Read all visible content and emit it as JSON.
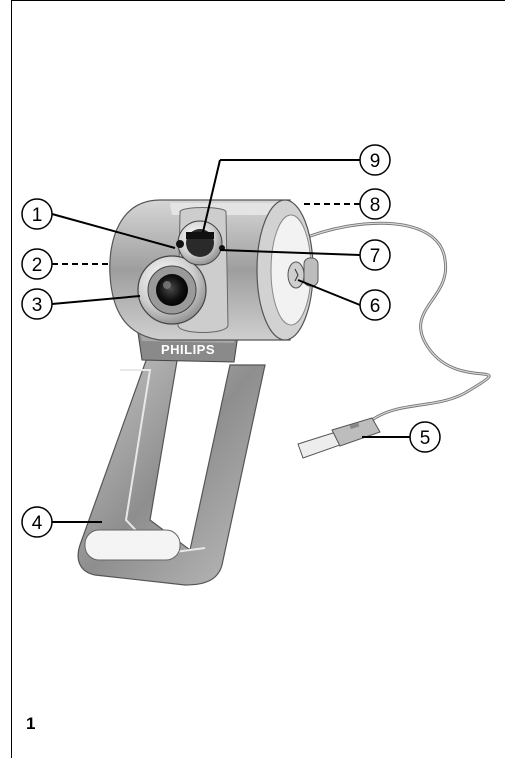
{
  "page": {
    "number": "1"
  },
  "product": {
    "brand_label": "PHILIPS"
  },
  "callouts": [
    "1",
    "2",
    "3",
    "4",
    "5",
    "6",
    "7",
    "8",
    "9"
  ],
  "colors": {
    "body_silver": "#b9b9b9",
    "body_light": "#e6e6e6",
    "body_dark": "#7a7a7a",
    "line": "#000000"
  }
}
